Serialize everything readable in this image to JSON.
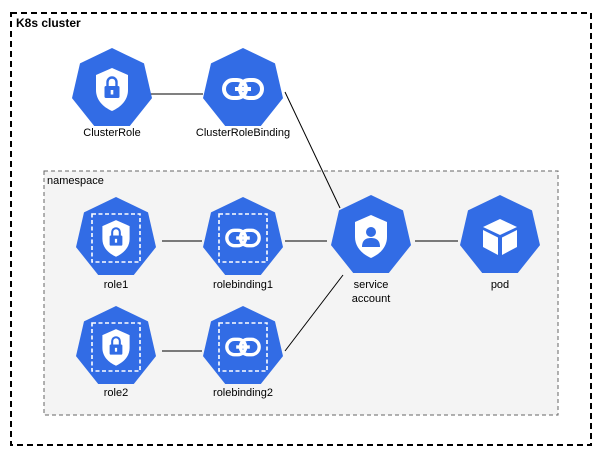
{
  "cluster": {
    "title": "K8s cluster"
  },
  "namespace": {
    "title": "namespace"
  },
  "nodes": {
    "cluster_role": {
      "label": "ClusterRole"
    },
    "cluster_role_binding": {
      "label": "ClusterRoleBinding"
    },
    "role1": {
      "label": "role1"
    },
    "rolebinding1": {
      "label": "rolebinding1"
    },
    "role2": {
      "label": "role2"
    },
    "rolebinding2": {
      "label": "rolebinding2"
    },
    "service_account": {
      "label_line1": "service",
      "label_line2": "account"
    },
    "pod": {
      "label": "pod"
    }
  },
  "colors": {
    "k8s_blue": "#326CE5",
    "line": "#000000",
    "namespace_fill": "#F4F4F4",
    "namespace_border": "#666666"
  }
}
